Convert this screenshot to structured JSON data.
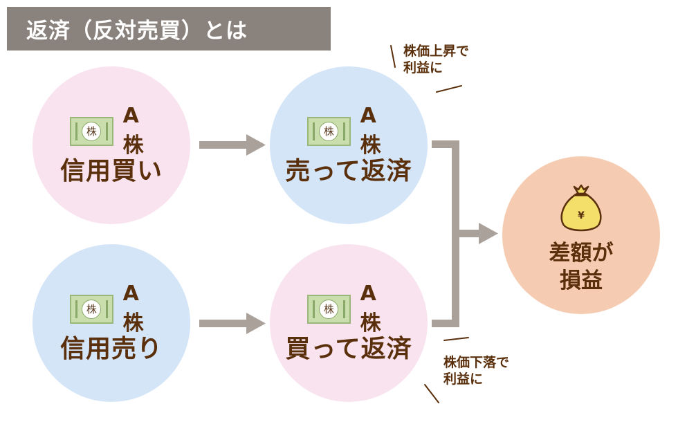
{
  "title": "返済（反対売買）とは",
  "ticket_label": "株",
  "top_row": {
    "start": {
      "stock": "A株",
      "action": "信用買い"
    },
    "end": {
      "stock": "A株",
      "action": "売って返済"
    },
    "note_line1": "株価上昇で",
    "note_line2": "利益に"
  },
  "bottom_row": {
    "start": {
      "stock": "A株",
      "action": "信用売り"
    },
    "end": {
      "stock": "A株",
      "action": "買って返済"
    },
    "note_line1": "株価下落で",
    "note_line2": "利益に"
  },
  "result": {
    "line1": "差額が",
    "line2": "損益",
    "bag_symbol": "¥"
  },
  "colors": {
    "title_bg": "#8a827c",
    "pink_circle": "#f9e3ee",
    "blue_circle": "#d5e5f8",
    "result_circle": "#f5ccb1",
    "arrow": "#aaa19b",
    "text": "#5a2f0c"
  }
}
